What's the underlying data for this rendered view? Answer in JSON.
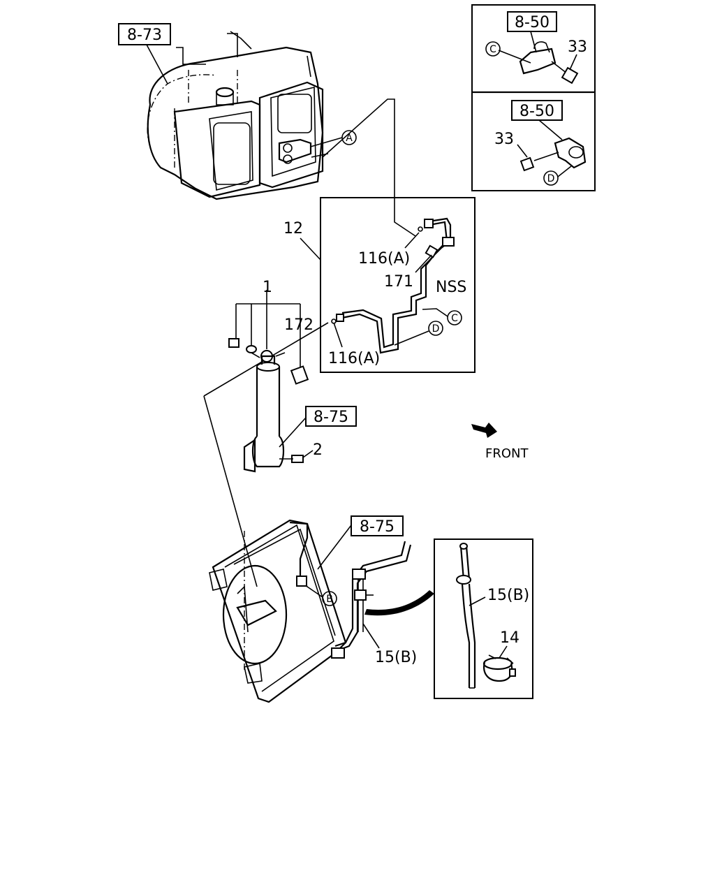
{
  "callouts": {
    "ref_873": "8-73",
    "ref_850_top": "8-50",
    "ref_850_bottom": "8-50",
    "ref_875_receiver": "8-75",
    "ref_875_condenser": "8-75",
    "num_33_top": "33",
    "num_33_bottom": "33",
    "num_12": "12",
    "num_116a_top": "116(A)",
    "num_171": "171",
    "nss": "NSS",
    "num_1": "1",
    "num_172": "172",
    "num_116a_bottom": "116(A)",
    "num_2": "2",
    "front": "FRONT",
    "num_15b_inset": "15(B)",
    "num_14": "14",
    "num_15b_main": "15(B)"
  },
  "markers": {
    "a_evap": "A",
    "c_top_inset": "C",
    "d_bottom_inset": "D",
    "c_pipe": "C",
    "d_pipe": "D",
    "b_condenser": "B"
  }
}
